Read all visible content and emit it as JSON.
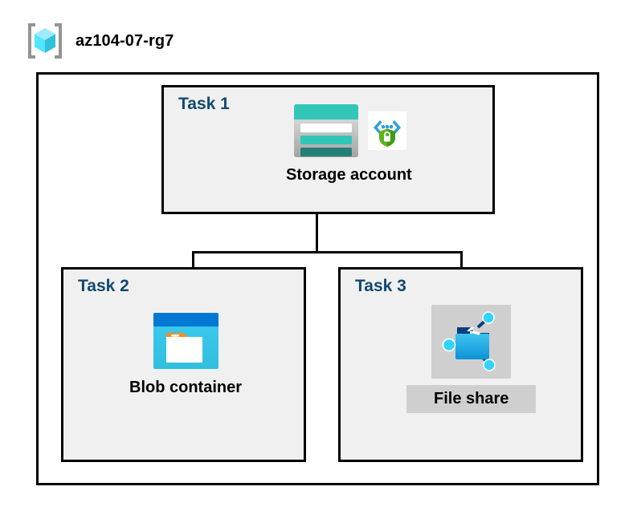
{
  "header": {
    "resource_group_name": "az104-07-rg7",
    "icon": "resource-group-cube-icon"
  },
  "diagram": {
    "type": "hierarchy",
    "container_label": "az104-07-rg7",
    "nodes": [
      {
        "task_label": "Task 1",
        "caption": "Storage account",
        "icons": [
          "storage-account-icon",
          "secure-endpoint-shield-icon"
        ],
        "highlighted": false
      },
      {
        "task_label": "Task 2",
        "caption": "Blob container",
        "icons": [
          "blob-container-icon"
        ],
        "highlighted": false
      },
      {
        "task_label": "Task 3",
        "caption": "File share",
        "icons": [
          "file-share-icon"
        ],
        "highlighted": true
      }
    ],
    "edges": [
      {
        "from": "Storage account",
        "to": "Blob container"
      },
      {
        "from": "Storage account",
        "to": "File share"
      }
    ]
  },
  "colors": {
    "task_label": "#11496f",
    "box_background": "#f0f0f0",
    "box_border": "#000000",
    "highlight_background": "#cfcfcf",
    "storage_teal": "#32c6b8",
    "storage_teal_dark": "#257f77",
    "blob_blue": "#0078d4",
    "blob_cyan": "#32bedd",
    "blob_orange": "#f78d1e",
    "shield_green": "#5eb318",
    "bracket_gray": "#949494",
    "cube_cyan": "#50e6ff"
  }
}
